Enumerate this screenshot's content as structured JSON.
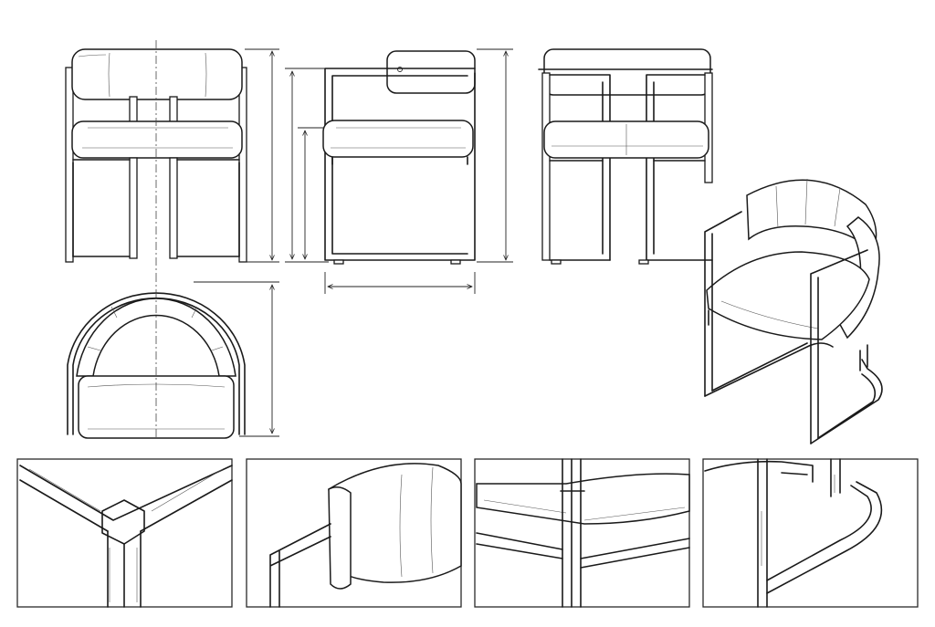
{
  "sheet": {
    "views": [
      "front-view",
      "side-view",
      "back-view",
      "top-view",
      "perspective-view"
    ],
    "details": [
      "frame-corner-joint",
      "backrest-cushion",
      "seat-edge",
      "base-curve"
    ]
  },
  "colors": {
    "line": "#1a1a1a",
    "paper": "#ffffff",
    "hatch": "#555555"
  }
}
